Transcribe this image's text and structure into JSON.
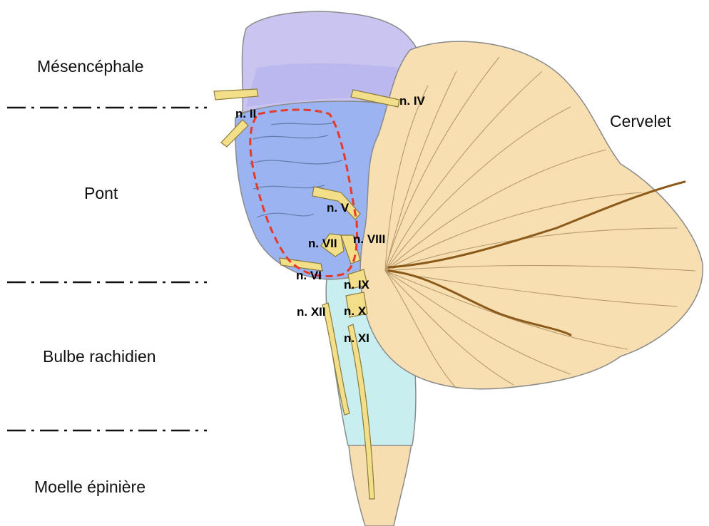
{
  "regions": {
    "mesencephale": "Mésencéphale",
    "pont": "Pont",
    "bulbe": "Bulbe rachidien",
    "moelle": "Moelle épinière",
    "cervelet": "Cervelet"
  },
  "nerves": {
    "n2": "n. II",
    "n4": "n. IV",
    "n5": "n. V",
    "n6": "n. VI",
    "n7": "n. VII",
    "n8": "n. VIII",
    "n9": "n. IX",
    "n10": "n. X",
    "n11": "n. XI",
    "n12": "n. XII"
  },
  "colors": {
    "mesencephalon": "#c9c4f0",
    "pons": "#9bb3f0",
    "medulla": "#c8eef0",
    "spinal_cord": "#f7deb0",
    "cerebellum": "#f7dfb2",
    "nerve": "#f3de8a",
    "outline": "#8a8a8a",
    "highlight": "#e53a2a",
    "fissure": "#8b5a1a"
  }
}
